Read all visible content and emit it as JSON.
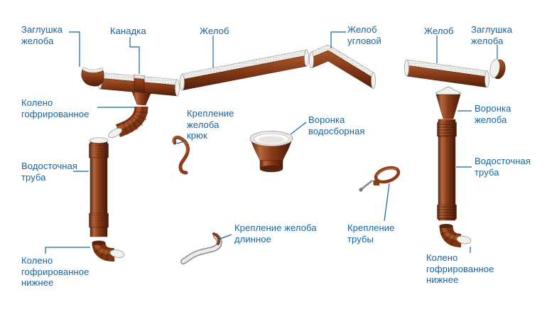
{
  "diagram": {
    "type": "exploded-parts-diagram",
    "subject": "Водосточная система (gutters and downpipes)",
    "language": "ru"
  },
  "colors": {
    "label_blue": "#15639d",
    "leader_line_blue": "#15639d",
    "part_brown": "#8a3b18",
    "part_brown_dark": "#471a07",
    "part_brown_light": "#b2683c",
    "metal_grey": "#8f8f8f",
    "background": "#ffffff"
  },
  "labels": [
    {
      "id": "gutter-end-cap-left",
      "text": "Заглушка\nжелоба"
    },
    {
      "id": "gutter-coupler",
      "text": "Канадка"
    },
    {
      "id": "gutter-top-left",
      "text": "Желоб"
    },
    {
      "id": "gutter-corner",
      "text": "Желоб\nугловой"
    },
    {
      "id": "gutter-top-right",
      "text": "Желоб"
    },
    {
      "id": "gutter-end-cap-right",
      "text": "Заглушка\nжелоба"
    },
    {
      "id": "elbow-corrugated-left",
      "text": "Колено\nгофрированное"
    },
    {
      "id": "gutter-bracket-hook",
      "text": "Крепление\nжелоба\nкрюк"
    },
    {
      "id": "water-collection-funnel",
      "text": "Воронка\nводосборная"
    },
    {
      "id": "gutter-funnel-right",
      "text": "Воронка\nжелоба"
    },
    {
      "id": "downpipe-left",
      "text": "Водосточная\nтруба"
    },
    {
      "id": "downpipe-right",
      "text": "Водосточная\nтруба"
    },
    {
      "id": "gutter-bracket-long",
      "text": "Крепление желоба\nдлинное"
    },
    {
      "id": "pipe-bracket",
      "text": "Крепление\nтрубы"
    },
    {
      "id": "elbow-bottom-left",
      "text": "Колено\nгофрированное\nнижнее"
    },
    {
      "id": "elbow-bottom-right",
      "text": "Колено\nгофрированное\nнижнее"
    }
  ]
}
